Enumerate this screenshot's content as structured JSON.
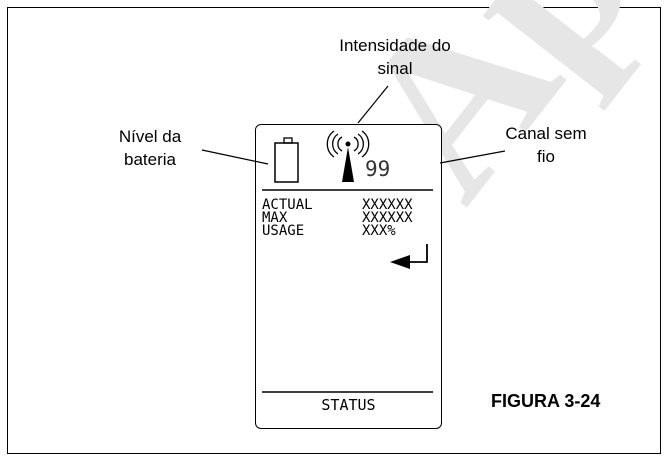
{
  "labels": {
    "signal_line1": "Intensidade do",
    "signal_line2": "sinal",
    "battery_line1": "Nível da",
    "battery_line2": "bateria",
    "channel_line1": "Canal sem",
    "channel_line2": "fio"
  },
  "device": {
    "channel_value": "99",
    "rows": [
      {
        "name": "ACTUAL",
        "value": "XXXXXX"
      },
      {
        "name": "MAX",
        "value": "XXXXXX"
      },
      {
        "name": "USAGE",
        "value": "XXX%"
      }
    ],
    "footer": "STATUS"
  },
  "figure_label": "FIGURA 3-24",
  "watermark": "Ape"
}
